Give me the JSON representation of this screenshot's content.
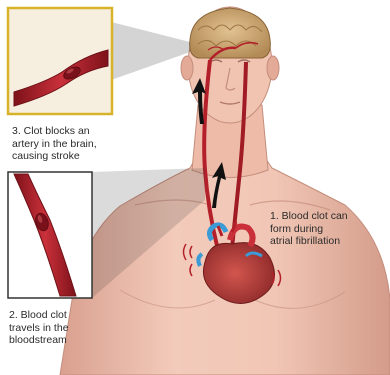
{
  "labels": {
    "step1": "1. Blood clot can\nform during\natrial fibrillation",
    "step2": "2. Blood clot\ntravels in the\nbloodstream",
    "step3": "3. Clot blocks an\nartery in the brain,\ncausing stroke"
  },
  "colors": {
    "skin": "#f0c2b0",
    "artery": "#b3202a",
    "clot": "#9e1a22",
    "vein": "#3a9bd6",
    "callout_border_top": "#d6b32a",
    "callout_border_left": "#333333",
    "brain": "#cfae7d"
  },
  "icons": {
    "arrow_up_neck": "up-arrow-icon",
    "arrow_up_face": "up-arrow-icon",
    "heart_vibration": "vibration-lines-icon"
  }
}
